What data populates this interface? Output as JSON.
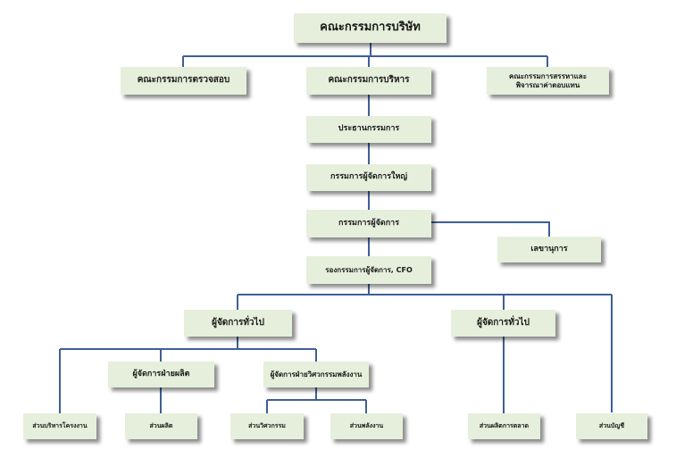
{
  "org_chart": {
    "board": "คณะกรรมการบริษัท",
    "audit_committee": "คณะกรรมการตรวจสอบ",
    "executive_committee": "คณะกรรมการบริหาร",
    "nomination_committee": "คณะกรรมการสรรหาและพิจารณาค่าตอบแทน",
    "chairman": "ประธานกรรมการ",
    "president": "กรรมการผู้จัดการใหญ่",
    "managing_director": "กรรมการผู้จัดการ",
    "secretary": "เลขานุการ",
    "deputy_md_cfo": "รองกรรมการผู้จัดการ, CFO",
    "general_manager_left": "ผู้จัดการทั่วไป",
    "general_manager_right": "ผู้จัดการทั่วไป",
    "production_manager": "ผู้จัดการฝ่ายผลิต",
    "engineering_manager": "ผู้จัดการฝ่ายวิศวกรรมพลังงาน",
    "project_admin": "ส่วนบริหารโครงงาน",
    "production": "ส่วนผลิต",
    "engineering": "ส่วนวิศวกรรม",
    "energy": "ส่วนพลังงาน",
    "marketing": "ส่วนผลิตการตลาด",
    "accounting": "ส่วนบัญชี"
  },
  "colors": {
    "box_fill": "#e6efdb",
    "connector": "#3d5f96"
  }
}
